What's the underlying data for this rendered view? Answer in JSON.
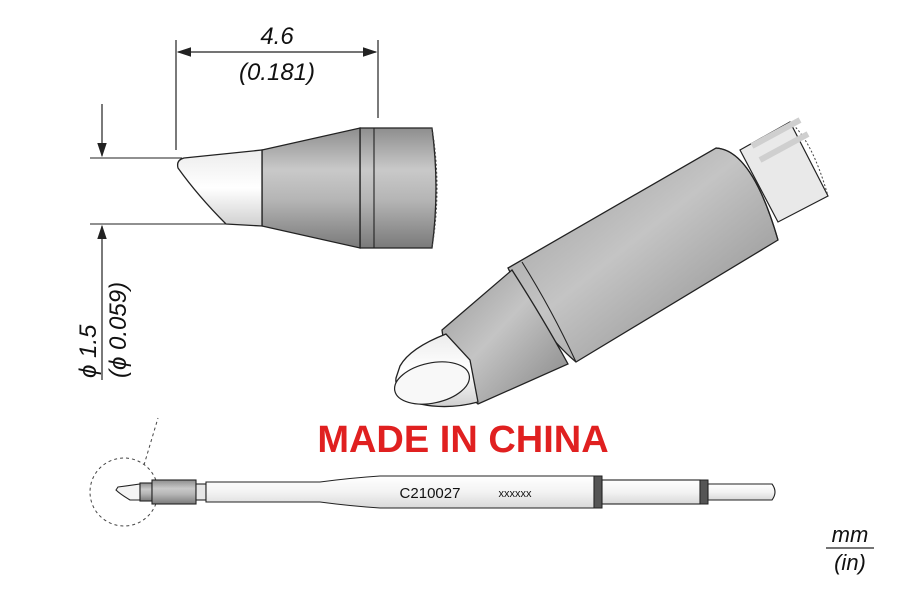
{
  "dimensions": {
    "length_mm": "4.6",
    "length_in": "(0.181)",
    "diameter_mm": "ϕ 1.5",
    "diameter_in": "(ϕ 0.059)"
  },
  "origin_label": "MADE IN CHINA",
  "part_number": "C210027",
  "serial": "xxxxxx",
  "units": {
    "top": "mm",
    "bottom": "(in)"
  },
  "colors": {
    "origin_red": "#e02020",
    "body_gray": "#b8b8b8",
    "tip_white": "#f2f2f2",
    "line": "#222222"
  }
}
